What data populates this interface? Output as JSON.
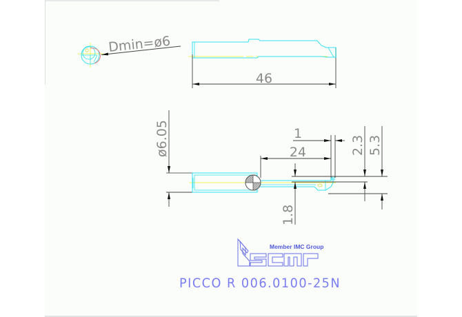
{
  "drawing": {
    "end_view": {
      "label": "Dmin=ø6"
    },
    "top_view": {
      "length_dimension": "46"
    },
    "side_view": {
      "shank_diameter": "ø6.05",
      "dim_1": "1",
      "dim_24": "24",
      "dim_2_3": "2.3",
      "dim_5_3": "5.3",
      "dim_1_8": "1.8"
    }
  },
  "logo": {
    "brand": "iscar",
    "tagline": "Member IMC Group"
  },
  "part_number": "PICCO R 006.0100-25N",
  "colors": {
    "sheet_background": "#fbfdfa",
    "outline_cyan": "#33e0ee",
    "centerline_yellow": "#f2f25a",
    "dimension_grey": "#555555",
    "highlight_red": "#f07a7a",
    "title_blue": "#7b7ef0",
    "logo_blue": "#4f57dd"
  }
}
